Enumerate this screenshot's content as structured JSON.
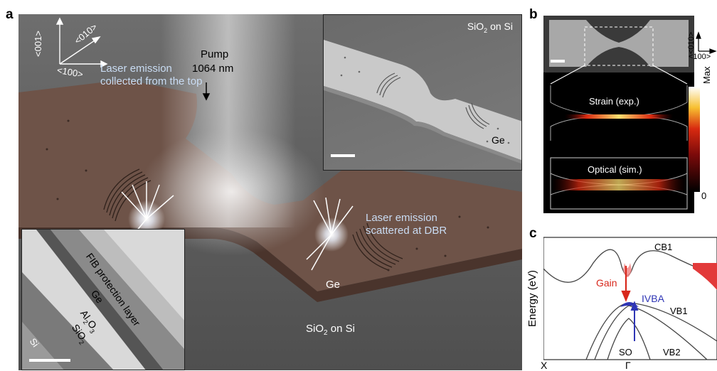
{
  "panel_a": {
    "label": "a",
    "axes": {
      "z": "<001>",
      "y": "<010>",
      "x": "<100>"
    },
    "pump": {
      "line1": "Pump",
      "line2": "1064 nm"
    },
    "emission_top": {
      "line1": "Laser emission",
      "line2": "collected from the top"
    },
    "emission_dbr": {
      "line1": "Laser emission",
      "line2": "scattered at DBR"
    },
    "ge_label": "Ge",
    "substrate_main": "SiO",
    "substrate_main_sub": "2",
    "substrate_main_tail": " on Si",
    "inset_sem": {
      "substrate": "SiO",
      "substrate_sub": "2",
      "substrate_tail": " on Si",
      "ge_label": "Ge"
    },
    "inset_tem": {
      "fib": "FIB protection layer",
      "ge": "Ge",
      "al2o3": "Al",
      "al2o3_sub1": "2",
      "al2o3_o": "O",
      "al2o3_sub2": "3",
      "sio2": "SiO",
      "sio2_sub": "2",
      "si": "Si"
    }
  },
  "panel_b": {
    "label": "b",
    "axes": {
      "y": "<010>",
      "x": "<100>"
    },
    "strain_title": "Strain (exp.)",
    "optical_title": "Optical (sim.)",
    "colorbar": {
      "max": "Max",
      "min": "0"
    },
    "colors": {
      "hot_low": "#000000",
      "hot_mid": "#c01010",
      "hot_high": "#ffffff"
    }
  },
  "panel_c": {
    "label": "c",
    "ylabel": "Energy (eV)",
    "xticks": [
      "X",
      "Γ"
    ],
    "bands": [
      "CB1",
      "VB1",
      "SO",
      "VB2"
    ],
    "gain_label": "Gain",
    "ivba_label": "IVBA",
    "colors": {
      "gain": "#d8281c",
      "ivba": "#2e35b5"
    }
  }
}
